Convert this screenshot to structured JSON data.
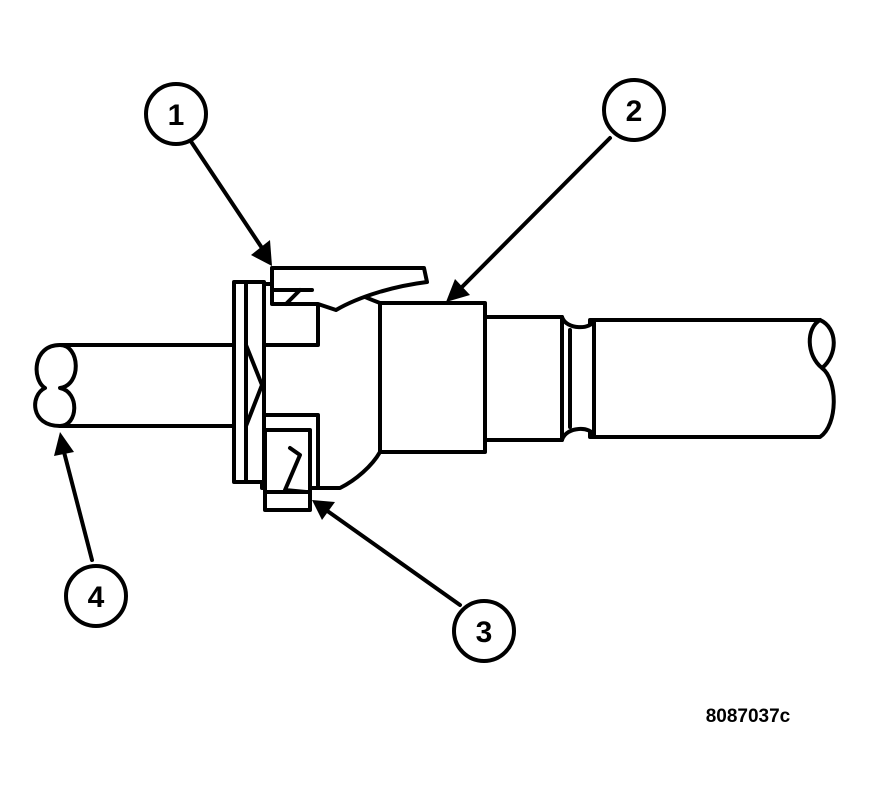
{
  "callouts": [
    {
      "id": "1",
      "label": "1"
    },
    {
      "id": "2",
      "label": "2"
    },
    {
      "id": "3",
      "label": "3"
    },
    {
      "id": "4",
      "label": "4"
    }
  ],
  "figure_id": "8087037c",
  "colors": {
    "ink": "#000000",
    "paper": "#ffffff"
  }
}
